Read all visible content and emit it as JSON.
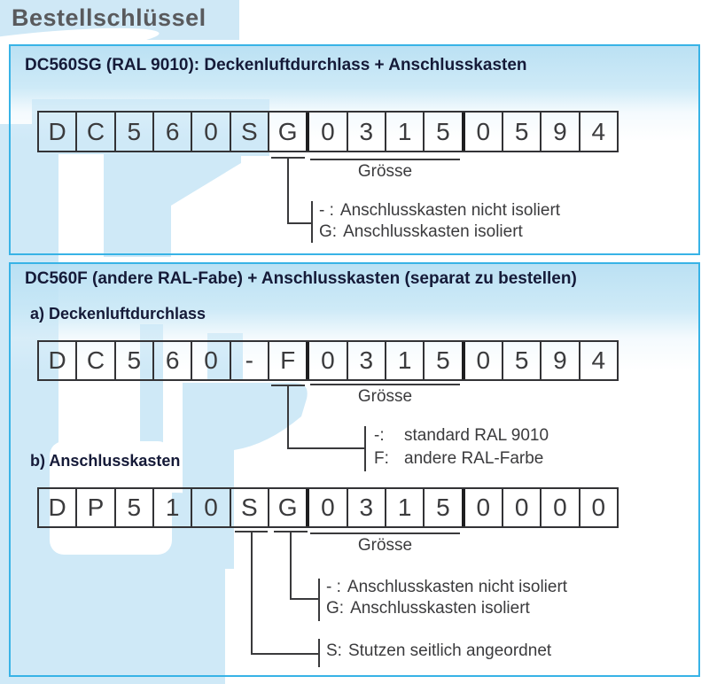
{
  "title": "Bestellschlüssel",
  "colors": {
    "accent_border": "#38b3e6",
    "watermark_blue": "#cfe9f7",
    "band_blue": "#cfe8f6",
    "header_text": "#151a38",
    "title_text": "#595a5d",
    "body_text": "#3b3b3d"
  },
  "panel1": {
    "header": "DC560SG (RAL 9010): Deckenluftdurchlass + Anschlusskasten",
    "row": {
      "cells": [
        "D",
        "C",
        "5",
        "6",
        "0",
        "S",
        "G",
        "0",
        "3",
        "1",
        "5",
        "0",
        "5",
        "9",
        "4"
      ],
      "thick_after": [
        6,
        10
      ]
    },
    "groesse_label": "Grösse",
    "legend": [
      {
        "key": "- :",
        "text": "Anschlusskasten nicht isoliert"
      },
      {
        "key": "G:",
        "text": "Anschlusskasten isoliert"
      }
    ]
  },
  "panel2": {
    "header": "DC560F (andere RAL-Fabe) + Anschlusskasten (separat zu bestellen)",
    "section_a": {
      "title": "a) Deckenluftdurchlass",
      "row": {
        "cells": [
          "D",
          "C",
          "5",
          "6",
          "0",
          "-",
          "F",
          "0",
          "3",
          "1",
          "5",
          "0",
          "5",
          "9",
          "4"
        ],
        "thick_after": [
          6,
          10
        ]
      },
      "groesse_label": "Grösse",
      "legend": [
        {
          "key": "-:",
          "text": "standard RAL 9010"
        },
        {
          "key": "F:",
          "text": "andere RAL-Farbe"
        }
      ]
    },
    "section_b": {
      "title": "b) Anschlusskasten",
      "row": {
        "cells": [
          "D",
          "P",
          "5",
          "1",
          "0",
          "S",
          "G",
          "0",
          "3",
          "1",
          "5",
          "0",
          "0",
          "0",
          "0"
        ],
        "thick_after": [
          6,
          10
        ]
      },
      "groesse_label": "Grösse",
      "legend_g": [
        {
          "key": "- :",
          "text": "Anschlusskasten nicht isoliert"
        },
        {
          "key": "G:",
          "text": "Anschlusskasten isoliert"
        }
      ],
      "legend_s": [
        {
          "key": "S:",
          "text": "Stutzen seitlich angeordnet"
        }
      ]
    }
  }
}
